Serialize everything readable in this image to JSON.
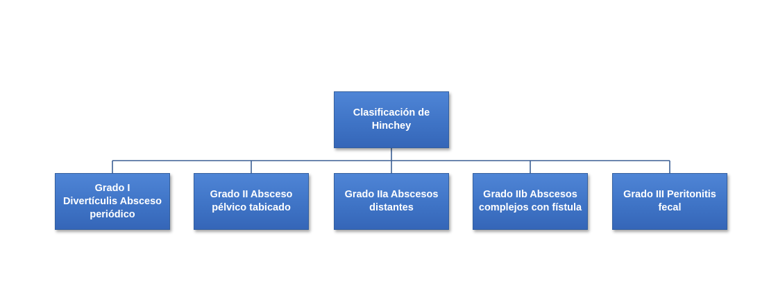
{
  "diagram": {
    "root": {
      "label": "Clasificación de\nHinchey"
    },
    "children": [
      {
        "label": "Grado I\nDivertículis  Absceso\nperiódico"
      },
      {
        "label": "Grado II Absceso\npélvico tabicado"
      },
      {
        "label": "Grado IIa Abscesos\ndistantes"
      },
      {
        "label": "Grado IIb Abscesos\ncomplejos con fístula"
      },
      {
        "label": "Grado III Peritonitis\nfecal"
      }
    ],
    "colors": {
      "node_fill": "#4472C4",
      "node_border": "#335f9f",
      "connector": "#3b5f94",
      "text": "#ffffff"
    }
  }
}
